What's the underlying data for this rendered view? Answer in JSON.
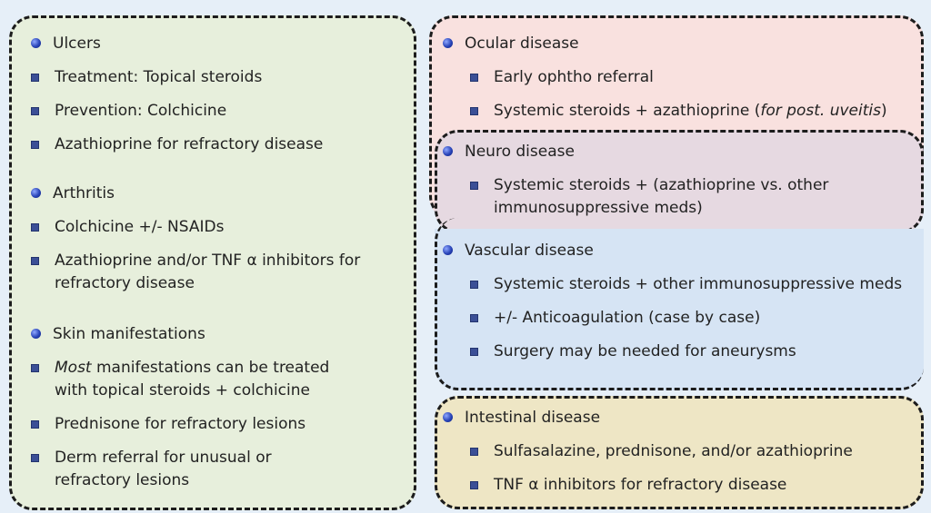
{
  "left": {
    "sections": [
      {
        "title": "Ulcers",
        "items": [
          "Treatment: Topical steroids",
          "Prevention: Colchicine",
          "Azathioprine for refractory disease"
        ]
      },
      {
        "title": "Arthritis",
        "items": [
          "Colchicine +/- NSAIDs",
          "Azathioprine and/or TNF α  inhibitors for refractory disease"
        ]
      },
      {
        "title": "Skin manifestations",
        "items": [
          {
            "em": "Most",
            "rest": " manifestations can be treated with topical steroids + colchicine"
          },
          "Prednisone for refractory lesions",
          "Derm referral for unusual or refractory lesions"
        ]
      }
    ]
  },
  "ocular": {
    "title": "Ocular disease",
    "items": [
      "Early ophtho referral",
      {
        "pre": "Systemic steroids + azathioprine (",
        "em": "for post. uveitis",
        "post": ")"
      }
    ]
  },
  "neuro": {
    "title": "Neuro disease",
    "items": [
      "Systemic steroids + (azathioprine vs. other immunosuppressive meds)"
    ]
  },
  "vascular": {
    "title": "Vascular disease",
    "items": [
      "Systemic steroids + other immunosuppressive meds",
      "+/- Anticoagulation (case by case)",
      "Surgery may be needed for aneurysms"
    ]
  },
  "intestinal": {
    "title": "Intestinal disease",
    "items": [
      "Sulfasalazine, prednisone, and/or azathioprine",
      "TNF α inhibitors for refractory disease"
    ]
  },
  "colors": {
    "left_panel": "#e7efdc",
    "ocular_panel": "#f9e1df",
    "neuro_panel": "#e6d9e1",
    "vascular_panel": "#d6e4f4",
    "intestinal_panel": "#eee6c5",
    "bullet_circle": "#2944b8",
    "bullet_square": "#3b4f96"
  }
}
